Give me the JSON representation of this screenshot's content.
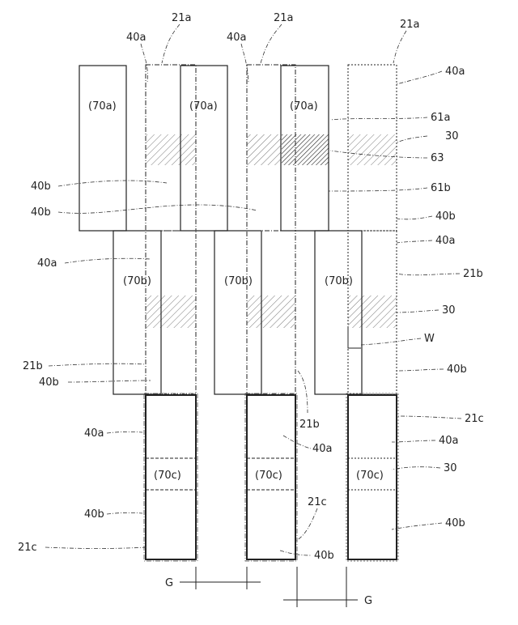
{
  "labels": {
    "r21a": "21a",
    "r21b": "21b",
    "r21c": "21c",
    "r40a": "40a",
    "r40b": "40b",
    "r30": "30",
    "r61a": "61a",
    "r61b": "61b",
    "r63": "63",
    "w": "W",
    "g": "G",
    "c70a": "(70a)",
    "c70b": "(70b)",
    "c70c": "(70c)"
  },
  "colors": {
    "ink": "#222222",
    "paper": "#ffffff"
  }
}
